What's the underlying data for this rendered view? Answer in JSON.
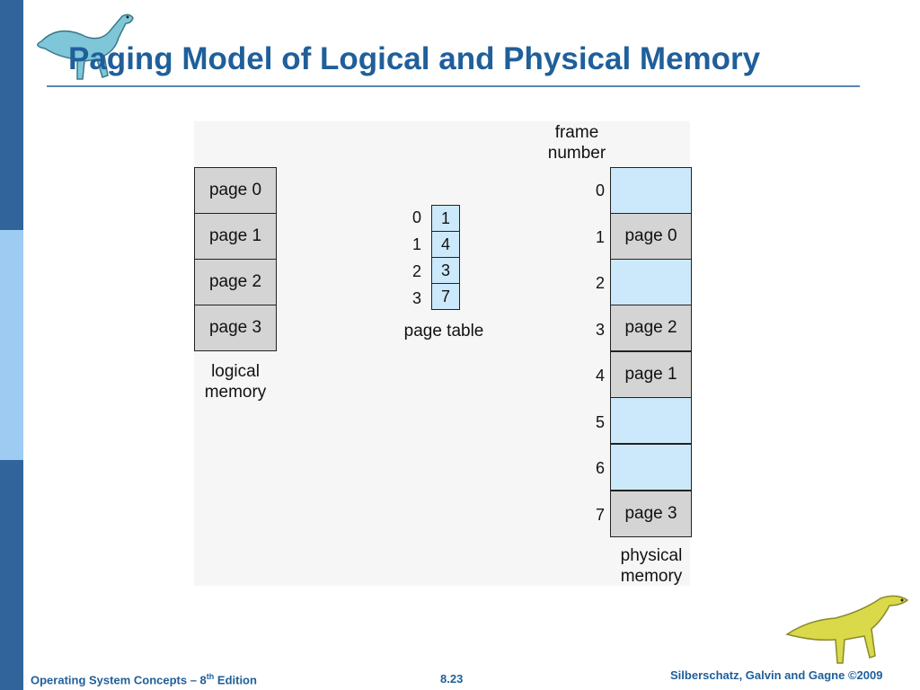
{
  "slide": {
    "title": "Paging Model of Logical and Physical Memory"
  },
  "figure": {
    "logical_memory": {
      "pages": [
        "page 0",
        "page 1",
        "page 2",
        "page 3"
      ],
      "caption_line1": "logical",
      "caption_line2": "memory"
    },
    "page_table": {
      "indices": [
        "0",
        "1",
        "2",
        "3"
      ],
      "frames": [
        "1",
        "4",
        "3",
        "7"
      ],
      "caption": "page table"
    },
    "physical_memory": {
      "header_line1": "frame",
      "header_line2": "number",
      "frame_numbers": [
        "0",
        "1",
        "2",
        "3",
        "4",
        "5",
        "6",
        "7"
      ],
      "frames": [
        "",
        "page 0",
        "",
        "page 2",
        "page 1",
        "",
        "",
        "page 3"
      ],
      "caption_line1": "physical",
      "caption_line2": "memory"
    },
    "colors": {
      "page_fill": "#d4d4d4",
      "empty_frame_fill": "#cce9fb",
      "title": "#1f5f9a",
      "sidebar_dark": "#31649a",
      "sidebar_light": "#9ecbf2"
    }
  },
  "footer": {
    "book": "Operating System Concepts – 8",
    "sup": "th",
    "edition": " Edition",
    "slide_number": "8.23",
    "authors": "Silberschatz, Galvin and Gagne ©2009"
  }
}
